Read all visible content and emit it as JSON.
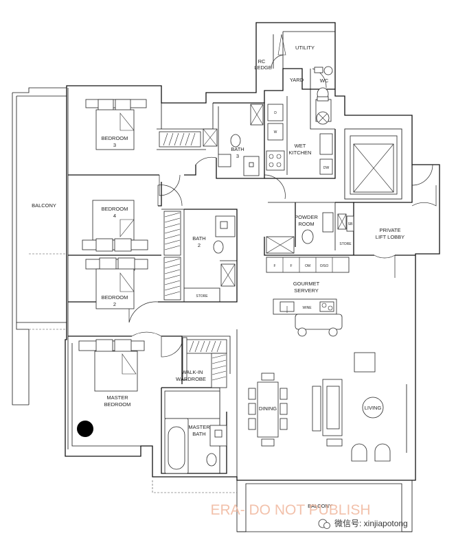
{
  "rooms": {
    "utility": "UTILITY",
    "rc_ledge_1": "RC",
    "rc_ledge_2": "LEDGE",
    "yard": "YARD",
    "wc": "WC",
    "bedroom3_1": "BEDROOM",
    "bedroom3_2": "3",
    "bath3_1": "BATH",
    "bath3_2": "3",
    "wet_kitchen_1": "WET",
    "wet_kitchen_2": "KITCHEN",
    "balcony_left": "BALCONY",
    "bedroom4_1": "BEDROOM",
    "bedroom4_2": "4",
    "bath2_1": "BATH",
    "bath2_2": "2",
    "powder_room_1": "POWDER",
    "powder_room_2": "ROOM",
    "private_lift_lobby_1": "PRIVATE",
    "private_lift_lobby_2": "LIFT LOBBY",
    "store_lift": "STORE",
    "bedroom2_1": "BEDROOM",
    "bedroom2_2": "2",
    "store_bedroom": "STORE",
    "gourmet_servery_1": "GOURMET",
    "gourmet_servery_2": "SERVERY",
    "walkin_wardrobe_1": "WALK-IN",
    "walkin_wardrobe_2": "WARDROBE",
    "master_bedroom_1": "MASTER",
    "master_bedroom_2": "BEDROOM",
    "dining": "DINING",
    "living": "LIVING",
    "master_bath_1": "MASTER",
    "master_bath_2": "BATH",
    "balcony_bottom": "BALCONY"
  },
  "appliances": {
    "wk_top": "D",
    "wk_mid": "W",
    "wk_dw": "DW",
    "fridge_1": "F",
    "fridge_2": "F",
    "oven": "OM",
    "oven_steam": "O/SO",
    "wine": "WINE",
    "store_small": "SB"
  },
  "watermark": {
    "text": "ERA- DO NOT PUBLISH",
    "wechat": "微信号: xinjiapotong"
  }
}
